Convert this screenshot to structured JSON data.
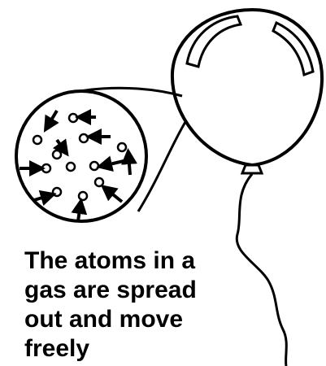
{
  "caption": {
    "lines": [
      "The atoms in a",
      "gas are spread",
      "out and move",
      "freely"
    ]
  },
  "colors": {
    "ink": "#000000",
    "background": "#ffffff"
  },
  "icons": {
    "balloon": "balloon-icon",
    "magnifier": "magnified-gas-circle",
    "atom": "atom-icon",
    "motion_arrow": "arrow-icon"
  }
}
